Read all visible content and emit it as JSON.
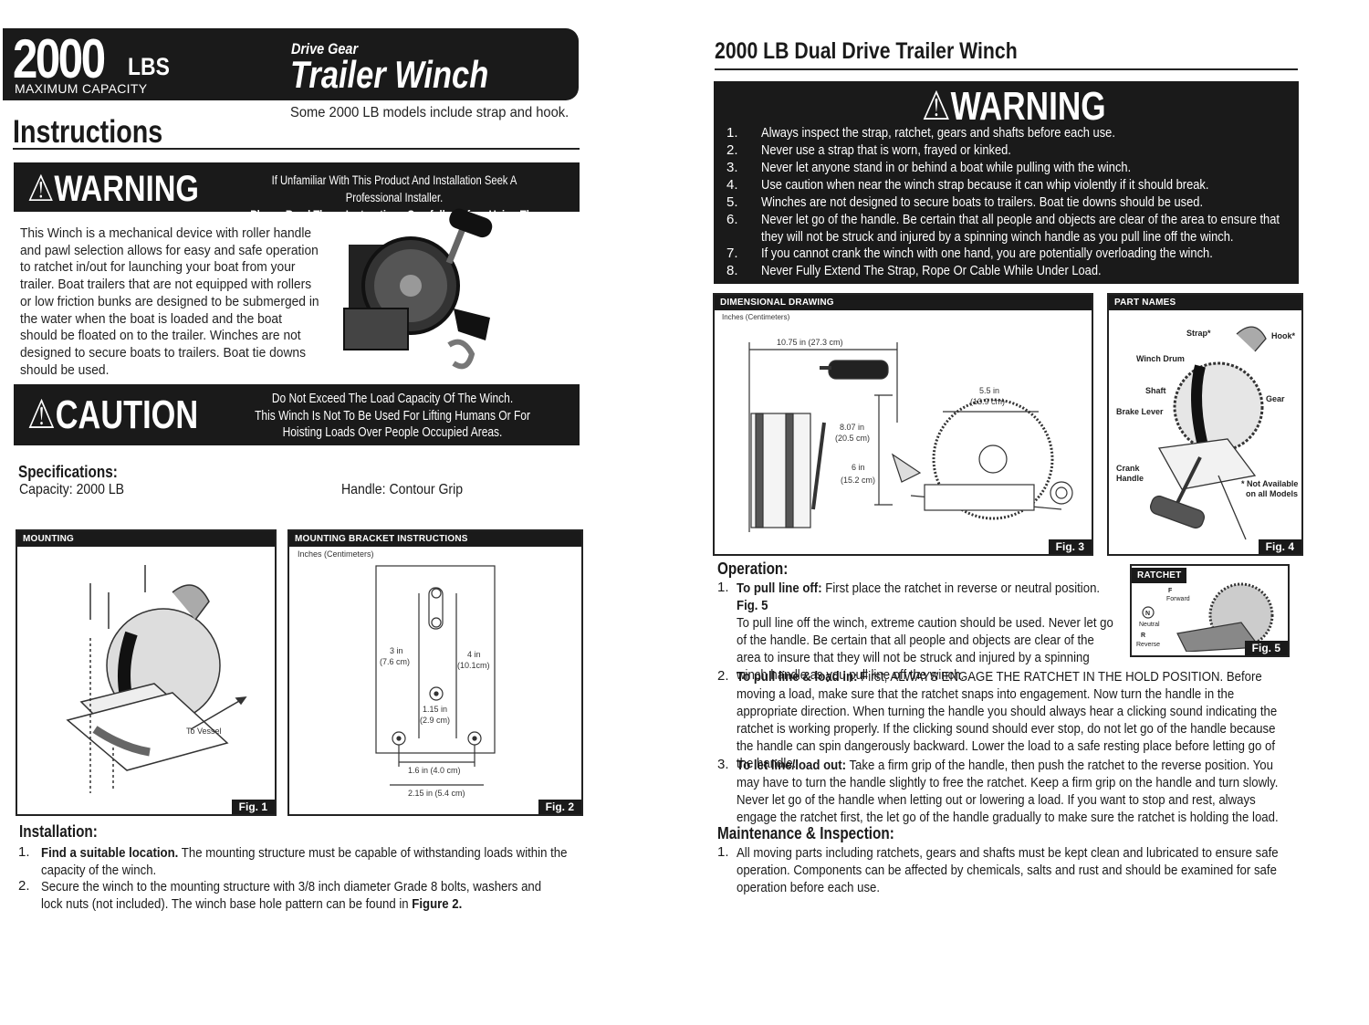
{
  "header": {
    "capacity_number": "2000",
    "capacity_unit": "LBS",
    "capacity_caption": "MAXIMUM CAPACITY",
    "product_kicker": "Drive Gear",
    "product_name": "Trailer Winch",
    "strap_note": "Some 2000 LB models include strap and hook.",
    "section_title": "Instructions"
  },
  "warning_left": {
    "title": "WARNING",
    "line1": "If Unfamiliar With This Product And Installation Seek A Professional Installer.",
    "line2": "Please Read These Instructions Carefully Before Using The Product."
  },
  "intro": {
    "text": "This Winch is a mechanical device with roller handle and pawl selection allows for easy and safe operation to ratchet in/out for launching your boat from your trailer. Boat trailers that are not equipped with rollers or low friction bunks are designed to be submerged in the water when the boat is loaded and the boat should be floated on to the trailer. Winches are not designed to secure boats to trailers. Boat tie downs should be used."
  },
  "caution": {
    "title": "CAUTION",
    "line1": "Do Not Exceed The Load Capacity Of The Winch.",
    "line2": "This Winch Is Not To Be Used For Lifting Humans Or For",
    "line3": "Hoisting Loads Over People Occupied Areas."
  },
  "specifications": {
    "heading": "Specifications:",
    "capacity": "Capacity:  2000 LB",
    "handle": "Handle:  Contour Grip"
  },
  "fig1": {
    "header": "MOUNTING",
    "to_vessel": "To Vessel",
    "tag": "Fig. 1"
  },
  "fig2": {
    "header": "MOUNTING BRACKET INSTRUCTIONS",
    "units": "Inches (Centimeters)",
    "dim_3in": "3 in",
    "dim_3cm": "(7.6 cm)",
    "dim_4in": "4 in",
    "dim_4cm": "(10.1cm)",
    "dim_115in": "1.15 in",
    "dim_115cm": "(2.9 cm)",
    "dim_16": "1.6 in (4.0 cm)",
    "dim_215": "2.15 in (5.4 cm)",
    "tag": "Fig. 2"
  },
  "installation": {
    "heading": "Installation:",
    "items": [
      {
        "num": "1.",
        "bold": "Find a suitable location.",
        "text": " The mounting structure must be capable of withstanding loads within the capacity of the winch."
      },
      {
        "num": "2.",
        "text": "Secure the winch to the mounting structure with 3/8 inch diameter Grade 8 bolts, washers and lock nuts (not included). The winch base hole pattern can be found in ",
        "bold_end": "Figure 2."
      }
    ]
  },
  "right": {
    "title": "2000 LB Dual Drive Trailer Winch",
    "warning_title": "WARNING",
    "warnings": [
      {
        "num": "1.",
        "text": "Always inspect the strap, ratchet, gears and shafts before each use."
      },
      {
        "num": "2.",
        "text": "Never use a strap that is worn, frayed or kinked."
      },
      {
        "num": "3.",
        "text": "Never let anyone stand in or behind a boat while pulling with the winch."
      },
      {
        "num": "4.",
        "text": "Use caution when near the winch strap because it can whip violently if it should break."
      },
      {
        "num": "5.",
        "text": "Winches are not designed to secure boats to trailers. Boat tie downs should be used."
      },
      {
        "num": "6.",
        "text": "Never let go of the handle. Be certain that all people and objects are clear of the area to ensure that they will not be struck and injured by a spinning winch handle as you pull line off the winch."
      },
      {
        "num": "7.",
        "text": "If you cannot crank the winch with one hand, you are potentially overloading the winch."
      },
      {
        "num": "8.",
        "text": "Never Fully Extend The Strap, Rope Or Cable While Under Load."
      }
    ]
  },
  "fig3": {
    "header": "DIMENSIONAL DRAWING",
    "units": "Inches (Centimeters)",
    "dim_1075": "10.75 in (27.3 cm)",
    "dim_55in": "5.5 in",
    "dim_55cm": "(13.9 cm)",
    "dim_807in": "8.07 in",
    "dim_807cm": "(20.5 cm)",
    "dim_6in": "6 in",
    "dim_6cm": "(15.2 cm)",
    "tag": "Fig. 3"
  },
  "fig4": {
    "header": "PART NAMES",
    "strap": "Strap*",
    "hook": "Hook*",
    "winch_drum": "Winch Drum",
    "shaft": "Shaft",
    "gear": "Gear",
    "brake_lever": "Brake Lever",
    "crank": "Crank",
    "handle": "Handle",
    "note1": "* Not Available",
    "note2": "on all Models",
    "tag": "Fig. 4"
  },
  "operation": {
    "heading": "Operation:",
    "items": [
      {
        "num": "1.",
        "bold": "To pull line off:",
        "text": " First place the ratchet in reverse or neutral position. ",
        "bold_end": "Fig. 5",
        "text2": "To pull line off the winch, extreme caution should be used. Never let go of the handle. Be certain that all people and objects are clear of the area to insure that they will not be struck and injured by a spinning winch handle as you pull line off the winch."
      },
      {
        "num": "2.",
        "bold": "To pull line & load in:",
        "text": " First, ALWAYS ENGAGE THE RATCHET IN THE HOLD POSITION. Before moving a load, make sure that the ratchet snaps into engagement. Now turn the handle in the appropriate direction. When turning the handle you should always hear a clicking sound indicating the ratchet is working properly. If the clicking sound should ever stop, do not let go of the handle because the handle can spin dangerously backward. Lower the load to a safe resting place before letting go of the handle."
      },
      {
        "num": "3.",
        "bold": "To let line/load out:",
        "text": " Take a firm grip of the handle, then push the ratchet to the reverse position. You may have to turn the handle slightly to free the ratchet. Keep a firm grip on the handle and turn slowly. Never let go of the handle when letting out or lowering a load. If you want to stop and rest, always engage the ratchet first, the let go of the handle gradually to make sure the ratchet is holding the load."
      }
    ]
  },
  "fig5": {
    "header": "RATCHET",
    "forward": "Forward",
    "neutral": "Neutral",
    "reverse": "Reverse",
    "f": "F",
    "n": "N",
    "r": "R",
    "tag": "Fig. 5"
  },
  "maintenance": {
    "heading": "Maintenance & Inspection:",
    "items": [
      {
        "num": "1.",
        "text": "All moving parts including ratchets, gears and shafts must be kept clean and lubricated to ensure safe operation. Components can be affected by chemicals, salts and rust and should be examined for safe operation before each use."
      }
    ]
  }
}
